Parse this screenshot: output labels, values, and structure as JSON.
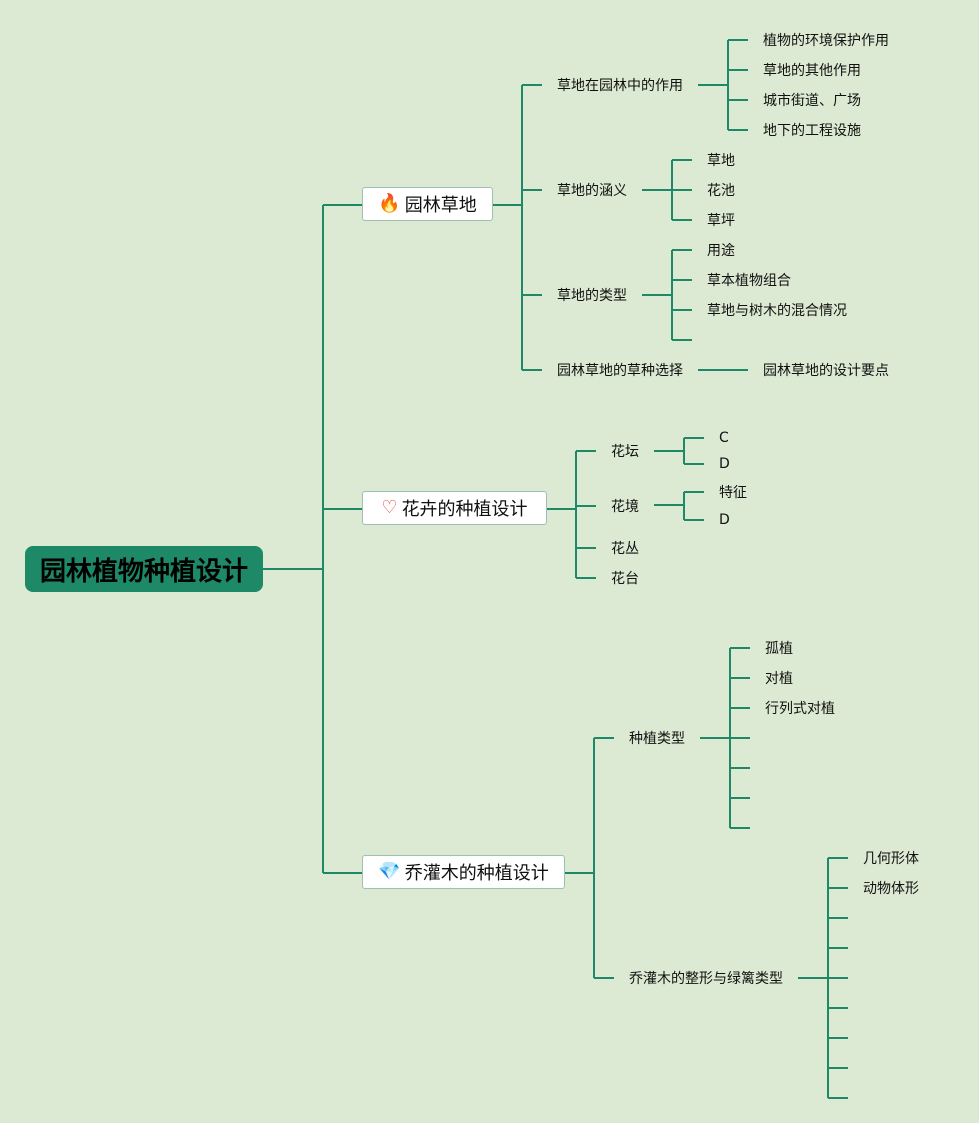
{
  "root": "园林植物种植设计",
  "branches": [
    {
      "label": "园林草地",
      "icon": "fire-icon",
      "icon_color": "#e8321e",
      "children": [
        {
          "label": "草地在园林中的作用",
          "children": [
            "植物的环境保护作用",
            "草地的其他作用",
            "城市街道、广场",
            "地下的工程设施"
          ]
        },
        {
          "label": "草地的涵义",
          "children": [
            "草地",
            "花池",
            "草坪"
          ]
        },
        {
          "label": "草地的类型",
          "children": [
            "用途",
            "草本植物组合",
            "草地与树木的混合情况"
          ]
        },
        {
          "label": "园林草地的草种选择",
          "children": [
            "园林草地的设计要点"
          ]
        }
      ]
    },
    {
      "label": "花卉的种植设计",
      "icon": "heart-icon",
      "icon_color": "#e04a3a",
      "children": [
        {
          "label": "花坛",
          "children": [
            "C",
            "D"
          ]
        },
        {
          "label": "花境",
          "children": [
            "特征",
            "D"
          ]
        },
        {
          "label": "花丛",
          "children": []
        },
        {
          "label": "花台",
          "children": []
        }
      ]
    },
    {
      "label": "乔灌木的种植设计",
      "icon": "diamond-icon",
      "icon_color": "#f2d92a",
      "children": [
        {
          "label": "种植类型",
          "children": [
            "孤植",
            "对植",
            "行列式对植"
          ]
        },
        {
          "label": "乔灌木的整形与绿篱类型",
          "children": [
            "几何形体",
            "动物体形"
          ]
        }
      ]
    }
  ],
  "colors": {
    "line": "#1d8966",
    "background": "#dcead3"
  }
}
